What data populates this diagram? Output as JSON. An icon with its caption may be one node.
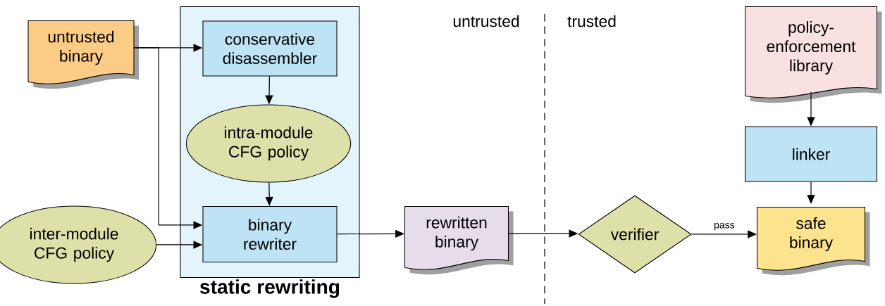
{
  "diagram": {
    "nodes": [
      {
        "text": [
          "static rewriting"
        ]
      },
      {
        "text": [
          "untrusted binary"
        ]
      },
      {
        "text": [
          "conservative disassembler"
        ],
        "in": 0
      },
      {
        "text": [
          "intra-module CFG policy"
        ],
        "in": 0
      },
      {
        "text": [
          "binary rewriter"
        ],
        "in": 0
      },
      {
        "text": [
          "inter-module CFG policy"
        ]
      },
      {
        "text": [
          "rewritten binary"
        ]
      },
      {
        "text": [
          "verifier"
        ]
      },
      {
        "text": [
          "policy-enforcement library"
        ]
      },
      {
        "text": [
          "linker"
        ]
      },
      {
        "text": [
          "safe binary"
        ]
      }
    ],
    "edges": [
      {
        "from": 1,
        "to": 2,
        "arrow": "to"
      },
      {
        "from": 1,
        "to": 4,
        "arrow": "to"
      },
      {
        "from": 2,
        "to": 3,
        "arrow": "to"
      },
      {
        "from": 3,
        "to": 4,
        "arrow": "to"
      },
      {
        "from": 5,
        "to": 4,
        "arrow": "to"
      },
      {
        "from": 4,
        "to": 6,
        "arrow": "to"
      },
      {
        "from": 6,
        "to": 7,
        "arrow": "to"
      },
      {
        "from": 7,
        "to": 10,
        "arrow": "to",
        "label": "pass"
      },
      {
        "from": 8,
        "to": 9,
        "arrow": "to"
      },
      {
        "from": 9,
        "to": 10,
        "arrow": "to"
      }
    ],
    "labels": [
      "untrusted",
      "trusted"
    ]
  }
}
